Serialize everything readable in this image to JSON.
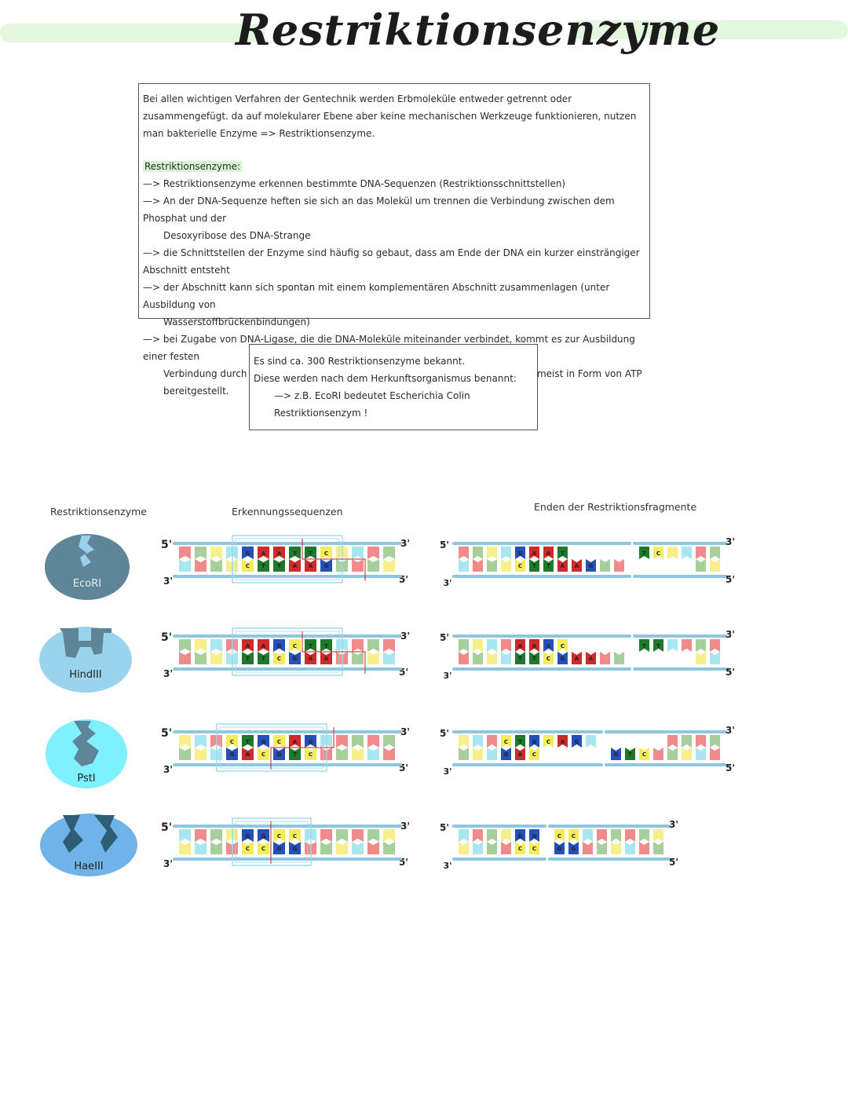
{
  "title": "Restriktionsenzyme",
  "intro": "Bei allen wichtigen Verfahren der Gentechnik werden Erbmoleküle entweder getrennt oder zusammengefügt. da auf molekularer Ebene aber keine mechanischen Werkzeuge funktionieren, nutzen man bakterielle Enzyme => Restriktionsenzyme.",
  "section_heading": "Restriktionsenzyme:",
  "bullets": [
    {
      "first": "—> Restriktionsenzyme erkennen bestimmte DNA-Sequenzen (Restriktionsschnittstellen)",
      "rest": ""
    },
    {
      "first": "—> An der DNA-Sequenze heften sie sich an das Molekül um trennen die Verbindung zwischen dem Phosphat und der",
      "rest": "Desoxyribose des DNA-Strange"
    },
    {
      "first": "—> die Schnittstellen der Enzyme sind häufig so gebaut, dass am Ende der DNA ein kurzer einsträngiger Abschnitt entsteht",
      "rest": ""
    },
    {
      "first": "—> der Abschnitt kann sich spontan mit einem komplementären Abschnitt zusammenlagen (unter Ausbildung von",
      "rest": "Wasserstoffbrückenbindungen)"
    },
    {
      "first": "—> bei Zugabe von DNA-Ligase, die die DNA-Moleküle miteinander verbindet, kommt es zur Ausbildung einer festen",
      "rest": "Verbindung durch Phosphordiesterbindungen. Die dazu benötigte Energie wird meist in Form von ATP bereitgestellt."
    }
  ],
  "note": {
    "line1": "Es sind ca. 300 Restriktionsenzyme bekannt.",
    "line2": "Diese werden nach dem Herkunftsorganismus benannt:",
    "line3": "—> z.B. EcoRI bedeutet Escherichia Colin Restriktionsenzym !"
  },
  "columns": {
    "enzymes": "Restriktionsenzyme",
    "sequences": "Erkennungssequenzen",
    "ends": "Enden der Restriktionsfragmente"
  },
  "strand_labels": {
    "five": "5'",
    "three": "3'"
  },
  "enzymes": [
    {
      "name": "EcoRI",
      "color": "#5f8599",
      "top_seq": [
        "",
        "",
        "",
        "",
        "G",
        "A",
        "A",
        "T",
        "T",
        "C",
        "",
        "",
        "",
        ""
      ],
      "bottom_seq": [
        "",
        "",
        "",
        "",
        "C",
        "T",
        "T",
        "A",
        "A",
        "G",
        "",
        "",
        "",
        ""
      ]
    },
    {
      "name": "HindIII",
      "color": "#9ad3ec",
      "top_seq": [
        "",
        "",
        "",
        "",
        "A",
        "A",
        "G",
        "C",
        "T",
        "T",
        "",
        "",
        "",
        ""
      ],
      "bottom_seq": [
        "",
        "",
        "",
        "",
        "T",
        "T",
        "C",
        "G",
        "A",
        "A",
        "",
        "",
        "",
        ""
      ]
    },
    {
      "name": "PstI",
      "color": "#7ff0ff",
      "top_seq": [
        "",
        "",
        "",
        "C",
        "T",
        "G",
        "C",
        "A",
        "G",
        "",
        "",
        "",
        "",
        ""
      ],
      "bottom_seq": [
        "",
        "",
        "",
        "G",
        "A",
        "C",
        "G",
        "T",
        "C",
        "",
        "",
        "",
        "",
        ""
      ]
    },
    {
      "name": "HaeIII",
      "color": "#6fb3e8",
      "top_seq": [
        "",
        "",
        "",
        "",
        "G",
        "G",
        "C",
        "C",
        "",
        "",
        "",
        "",
        "",
        ""
      ],
      "bottom_seq": [
        "",
        "",
        "",
        "",
        "C",
        "C",
        "G",
        "G",
        "",
        "",
        "",
        "",
        "",
        ""
      ]
    }
  ],
  "colors": {
    "A": "#cf2a2a",
    "T": "#1e7a2a",
    "G": "#2550b8",
    "C": "#f4ec5a",
    "backbone": "#8ec6dd",
    "cut": "#cc2222",
    "box": "#9ed8ee",
    "highlight": "#e3f7df"
  }
}
